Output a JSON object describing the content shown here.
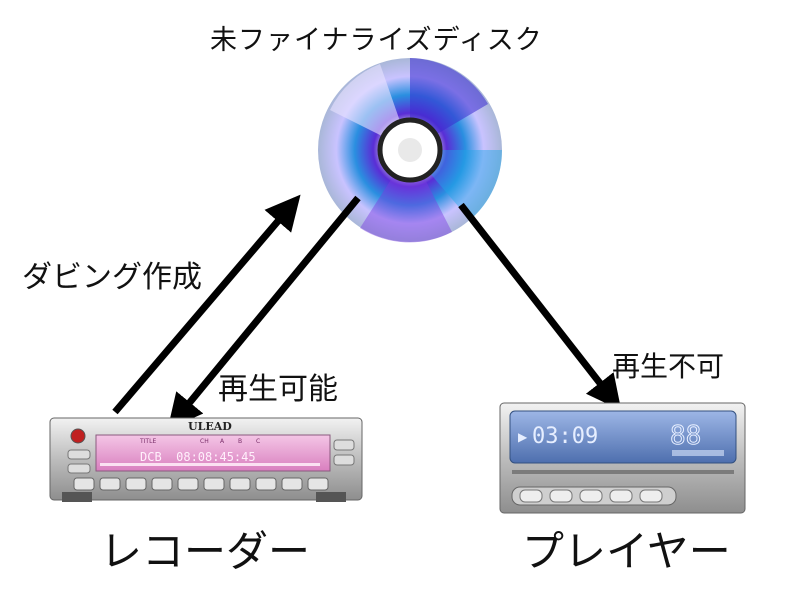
{
  "disc": {
    "title": "未ファイナライズディスク"
  },
  "edges": {
    "dubbing": "ダビング作成",
    "playable": "再生可能",
    "unplayable": "再生不可"
  },
  "recorder": {
    "label": "レコーダー",
    "brand": "ULEAD",
    "display_text": "DCB  08:08:45:45",
    "indicators": [
      "TITLE",
      "CH",
      "A",
      "B",
      "C"
    ]
  },
  "player": {
    "label": "プレイヤー",
    "time": "03:09",
    "digits": "88"
  },
  "colors": {
    "arrow": "#000000",
    "recorder_display": "#e9a6d6",
    "player_display": "#6f8fc6"
  }
}
